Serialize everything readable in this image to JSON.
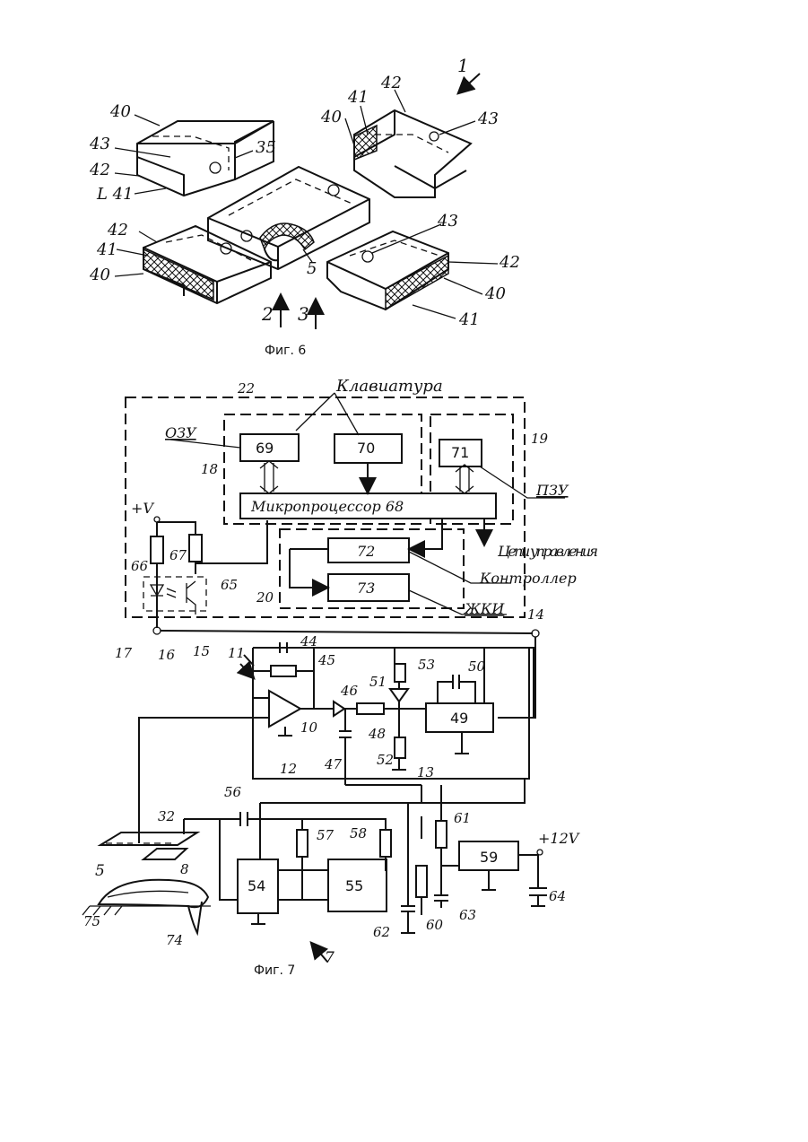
{
  "fig6": {
    "caption": "Фиг. 6",
    "labels": {
      "l40a": "40",
      "l43a": "43",
      "l42a": "42",
      "l41a": "L 41",
      "l35": "35",
      "l41b": "41",
      "l40b": "40",
      "l42b": "42",
      "l43b": "43",
      "l1": "1",
      "l42c": "42",
      "l41c": "41",
      "l40c": "40",
      "l5": "5",
      "l2": "2",
      "l3": "3",
      "l43d": "43",
      "l42d": "42",
      "l40d": "40",
      "l41d": "41"
    }
  },
  "fig7": {
    "caption": "Фиг. 7",
    "blocks": {
      "b69": "69",
      "b70": "70",
      "b71": "71",
      "b68": "Микропроцессор 68",
      "b72": "72",
      "b73": "73",
      "b49": "49",
      "b54": "54",
      "b55": "55",
      "b59": "59"
    },
    "labels": {
      "keyboard": "Клавиатура",
      "ozu": "ОЗУ",
      "pzu": "ПЗУ",
      "circuits": "Цепи управления",
      "controller": "Контроллер",
      "lcd": "ЖКИ",
      "vplus": "+V",
      "v12": "+12V",
      "n22": "22",
      "n18": "18",
      "n19": "19",
      "n20": "20",
      "n66": "66",
      "n67": "67",
      "n65": "65",
      "n17": "17",
      "n16": "16",
      "n15": "15",
      "n14": "14",
      "n11": "11",
      "n44": "44",
      "n45": "45",
      "n46": "46",
      "n10": "10",
      "n47": "47",
      "n12": "12",
      "n48": "48",
      "n51": "51",
      "n53": "53",
      "n50": "50",
      "n52": "52",
      "n13": "13",
      "n56": "56",
      "n32": "32",
      "n57": "57",
      "n58": "58",
      "n61": "61",
      "n8": "8",
      "n5": "5",
      "n75": "75",
      "n74": "74",
      "n62": "62",
      "n60": "60",
      "n63": "63",
      "n64": "64",
      "n7": "7"
    }
  }
}
